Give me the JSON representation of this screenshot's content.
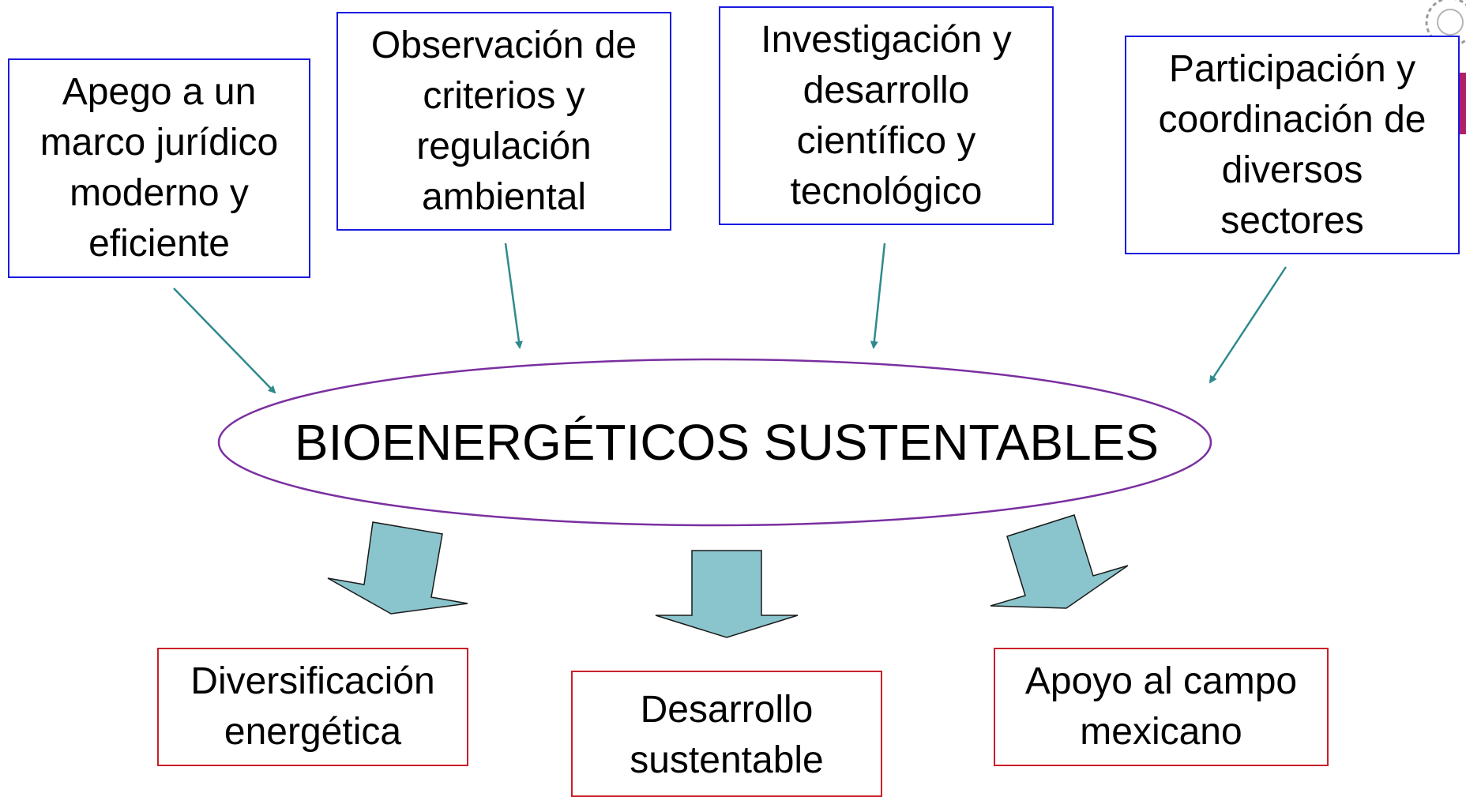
{
  "center": {
    "label": "BIOENERGÉTICOS SUSTENTABLES"
  },
  "inputs": [
    {
      "label": "Apego a un\nmarco jurídico\nmoderno y\neficiente"
    },
    {
      "label": "Observación de\ncriterios y\nregulación\nambiental"
    },
    {
      "label": "Investigación y\ndesarrollo\ncientífico y\ntecnológico"
    },
    {
      "label": "Participación y\ncoordinación de\ndiversos\nsectores"
    }
  ],
  "outputs": [
    {
      "label": "Diversificación\nenergética"
    },
    {
      "label": "Desarrollo\nsustentable"
    },
    {
      "label": "Apoyo al campo\nmexicano"
    }
  ],
  "colors": {
    "input_border": "#1a1ae0",
    "output_border": "#c8202a",
    "ellipse_border": "#7a2fa0",
    "connector": "#2f8a8c",
    "block_arrow_fill": "#8ac4cc"
  },
  "decor": {
    "corner_emblem": "coat-of-arms-emblem"
  }
}
